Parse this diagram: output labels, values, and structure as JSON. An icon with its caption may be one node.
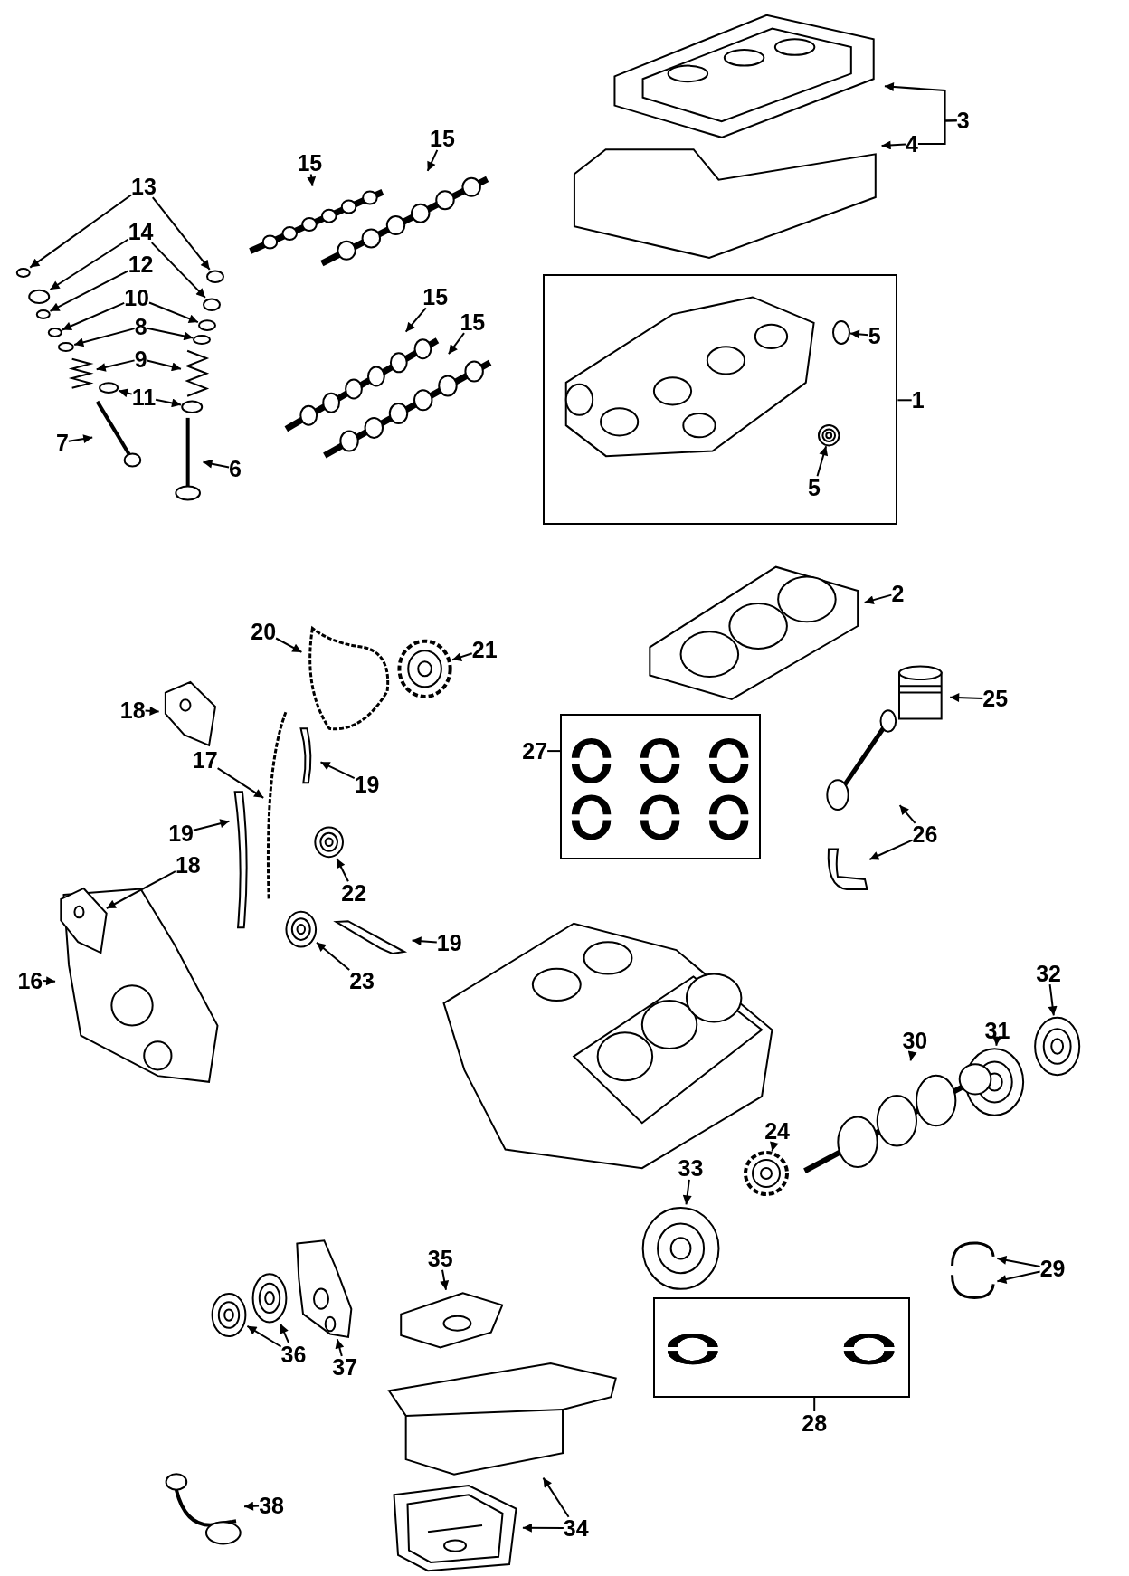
{
  "diagram": {
    "nodes": [
      {
        "text": [],
        "shape": "picture"
      },
      {
        "text": [],
        "shape": "picture"
      },
      {
        "text": [
          "3"
        ]
      },
      {
        "text": [
          "4"
        ]
      },
      {
        "text": [
          "13"
        ]
      },
      {
        "text": [],
        "shape": "circle"
      },
      {
        "text": [],
        "shape": "circle"
      },
      {
        "text": [
          "14"
        ]
      },
      {
        "text": [],
        "shape": "circle"
      },
      {
        "text": [],
        "shape": "circle"
      },
      {
        "text": [
          "12"
        ]
      },
      {
        "text": [],
        "shape": "circle"
      },
      {
        "text": [
          "10"
        ]
      },
      {
        "text": [],
        "shape": "circle"
      },
      {
        "text": [],
        "shape": "circle"
      },
      {
        "text": [
          "8"
        ]
      },
      {
        "text": [],
        "shape": "circle"
      },
      {
        "text": [],
        "shape": "circle"
      },
      {
        "text": [
          "9"
        ]
      },
      {
        "text": [],
        "shape": "picture"
      },
      {
        "text": [],
        "shape": "picture"
      },
      {
        "text": [
          "11"
        ]
      },
      {
        "text": [],
        "shape": "circle"
      },
      {
        "text": [],
        "shape": "circle"
      },
      {
        "text": [
          "7"
        ]
      },
      {
        "text": [],
        "shape": "picture"
      },
      {
        "text": [
          "6"
        ]
      },
      {
        "text": [],
        "shape": "picture"
      },
      {
        "text": [
          "15"
        ]
      },
      {
        "text": [],
        "shape": "picture"
      },
      {
        "text": [
          "15"
        ]
      },
      {
        "text": [],
        "shape": "picture"
      },
      {
        "text": [
          "15"
        ]
      },
      {
        "text": [],
        "shape": "picture"
      },
      {
        "text": [
          "15"
        ]
      },
      {
        "text": [],
        "shape": "picture"
      },
      {
        "text": [],
        "shape": "box"
      },
      {
        "text": [],
        "shape": "picture",
        "in": 36
      },
      {
        "text": [],
        "shape": "circle",
        "in": 36
      },
      {
        "text": [
          "5"
        ],
        "in": 36
      },
      {
        "text": [
          "1"
        ]
      },
      {
        "text": [],
        "shape": "picture",
        "in": 36
      },
      {
        "text": [
          "5"
        ],
        "in": 36
      },
      {
        "text": [],
        "shape": "picture"
      },
      {
        "text": [
          "2"
        ]
      },
      {
        "text": [
          "20"
        ]
      },
      {
        "text": [],
        "shape": "picture"
      },
      {
        "text": [],
        "shape": "picture"
      },
      {
        "text": [
          "21"
        ]
      },
      {
        "text": [
          "18"
        ]
      },
      {
        "text": [],
        "shape": "picture"
      },
      {
        "text": [],
        "shape": "picture"
      },
      {
        "text": [
          "25"
        ]
      },
      {
        "text": [
          "17"
        ]
      },
      {
        "text": [],
        "shape": "picture"
      },
      {
        "text": [],
        "shape": "picture"
      },
      {
        "text": [
          "19"
        ]
      },
      {
        "text": [],
        "shape": "box"
      },
      {
        "text": [
          "27"
        ]
      },
      {
        "text": [],
        "shape": "picture"
      },
      {
        "text": [
          "19"
        ]
      },
      {
        "text": [],
        "shape": "picture"
      },
      {
        "text": [],
        "shape": "picture"
      },
      {
        "text": [
          "26"
        ]
      },
      {
        "text": [
          "18"
        ]
      },
      {
        "text": [],
        "shape": "picture",
        "in": 68
      },
      {
        "text": [],
        "shape": "picture"
      },
      {
        "text": [
          "22"
        ]
      },
      {
        "text": [],
        "shape": "picture"
      },
      {
        "text": [
          "16"
        ]
      },
      {
        "text": [],
        "shape": "picture"
      },
      {
        "text": [
          "19"
        ]
      },
      {
        "text": [],
        "shape": "picture"
      },
      {
        "text": [
          "23"
        ]
      },
      {
        "text": [
          "32"
        ]
      },
      {
        "text": [],
        "shape": "picture"
      },
      {
        "text": [
          "31"
        ]
      },
      {
        "text": [],
        "shape": "picture"
      },
      {
        "text": [
          "30"
        ]
      },
      {
        "text": [],
        "shape": "picture"
      },
      {
        "text": [
          "24"
        ]
      },
      {
        "text": [],
        "shape": "picture"
      },
      {
        "text": [
          "33"
        ]
      },
      {
        "text": [],
        "shape": "picture"
      },
      {
        "text": [
          "35"
        ]
      },
      {
        "text": [],
        "shape": "picture"
      },
      {
        "text": [
          "29"
        ]
      },
      {
        "text": [],
        "shape": "picture"
      },
      {
        "text": [],
        "shape": "picture"
      },
      {
        "text": [],
        "shape": "picture"
      },
      {
        "text": [],
        "shape": "picture"
      },
      {
        "text": [],
        "shape": "picture"
      },
      {
        "text": [
          "36"
        ]
      },
      {
        "text": [
          "37"
        ]
      },
      {
        "text": [],
        "shape": "box"
      },
      {
        "text": [
          "28"
        ]
      },
      {
        "text": [],
        "shape": "picture"
      },
      {
        "text": [],
        "shape": "picture"
      },
      {
        "text": [
          "38"
        ]
      },
      {
        "text": [],
        "shape": "picture"
      },
      {
        "text": [
          "34"
        ]
      }
    ],
    "edges": [
      {
        "from": 2,
        "to": 0,
        "arrow": "to"
      },
      {
        "from": 2,
        "to": 3,
        "arrow": "none"
      },
      {
        "from": 3,
        "to": 1,
        "arrow": "to"
      },
      {
        "from": 4,
        "to": 5,
        "arrow": "to"
      },
      {
        "from": 4,
        "to": 6,
        "arrow": "to"
      },
      {
        "from": 7,
        "to": 8,
        "arrow": "to"
      },
      {
        "from": 7,
        "to": 9,
        "arrow": "to"
      },
      {
        "from": 10,
        "to": 11,
        "arrow": "to"
      },
      {
        "from": 12,
        "to": 13,
        "arrow": "to"
      },
      {
        "from": 12,
        "to": 14,
        "arrow": "to"
      },
      {
        "from": 15,
        "to": 16,
        "arrow": "to"
      },
      {
        "from": 15,
        "to": 17,
        "arrow": "to"
      },
      {
        "from": 18,
        "to": 19,
        "arrow": "to"
      },
      {
        "from": 18,
        "to": 20,
        "arrow": "to"
      },
      {
        "from": 21,
        "to": 22,
        "arrow": "to"
      },
      {
        "from": 21,
        "to": 23,
        "arrow": "to"
      },
      {
        "from": 24,
        "to": 25,
        "arrow": "to"
      },
      {
        "from": 26,
        "to": 27,
        "arrow": "to"
      },
      {
        "from": 28,
        "to": 29,
        "arrow": "to"
      },
      {
        "from": 30,
        "to": 31,
        "arrow": "to"
      },
      {
        "from": 32,
        "to": 33,
        "arrow": "to"
      },
      {
        "from": 34,
        "to": 35,
        "arrow": "to"
      },
      {
        "from": 39,
        "to": 38,
        "arrow": "to"
      },
      {
        "from": 40,
        "to": 36,
        "arrow": "none"
      },
      {
        "from": 42,
        "to": 41,
        "arrow": "to"
      },
      {
        "from": 44,
        "to": 43,
        "arrow": "to"
      },
      {
        "from": 45,
        "to": 46,
        "arrow": "to"
      },
      {
        "from": 48,
        "to": 47,
        "arrow": "to"
      },
      {
        "from": 49,
        "to": 50,
        "arrow": "to"
      },
      {
        "from": 52,
        "to": 51,
        "arrow": "to"
      },
      {
        "from": 53,
        "to": 54,
        "arrow": "to"
      },
      {
        "from": 56,
        "to": 55,
        "arrow": "to"
      },
      {
        "from": 58,
        "to": 57,
        "arrow": "none"
      },
      {
        "from": 60,
        "to": 59,
        "arrow": "to"
      },
      {
        "from": 63,
        "to": 61,
        "arrow": "to"
      },
      {
        "from": 63,
        "to": 62,
        "arrow": "to"
      },
      {
        "from": 64,
        "to": 65,
        "arrow": "to"
      },
      {
        "from": 67,
        "to": 66,
        "arrow": "to"
      },
      {
        "from": 69,
        "to": 68,
        "arrow": "to"
      },
      {
        "from": 71,
        "to": 70,
        "arrow": "to"
      },
      {
        "from": 73,
        "to": 72,
        "arrow": "to"
      },
      {
        "from": 74,
        "to": 75,
        "arrow": "to"
      },
      {
        "from": 76,
        "to": 77,
        "arrow": "to"
      },
      {
        "from": 78,
        "to": 79,
        "arrow": "to"
      },
      {
        "from": 80,
        "to": 81,
        "arrow": "to"
      },
      {
        "from": 82,
        "to": 83,
        "arrow": "to"
      },
      {
        "from": 84,
        "to": 85,
        "arrow": "to"
      },
      {
        "from": 86,
        "to": 87,
        "arrow": "to"
      },
      {
        "from": 86,
        "to": 88,
        "arrow": "to"
      },
      {
        "from": 92,
        "to": 89,
        "arrow": "to"
      },
      {
        "from": 92,
        "to": 90,
        "arrow": "to"
      },
      {
        "from": 93,
        "to": 91,
        "arrow": "to"
      },
      {
        "from": 95,
        "to": 94,
        "arrow": "none"
      },
      {
        "from": 98,
        "to": 99,
        "arrow": "to"
      },
      {
        "from": 100,
        "to": 96,
        "arrow": "to"
      },
      {
        "from": 100,
        "to": 97,
        "arrow": "to"
      }
    ]
  }
}
